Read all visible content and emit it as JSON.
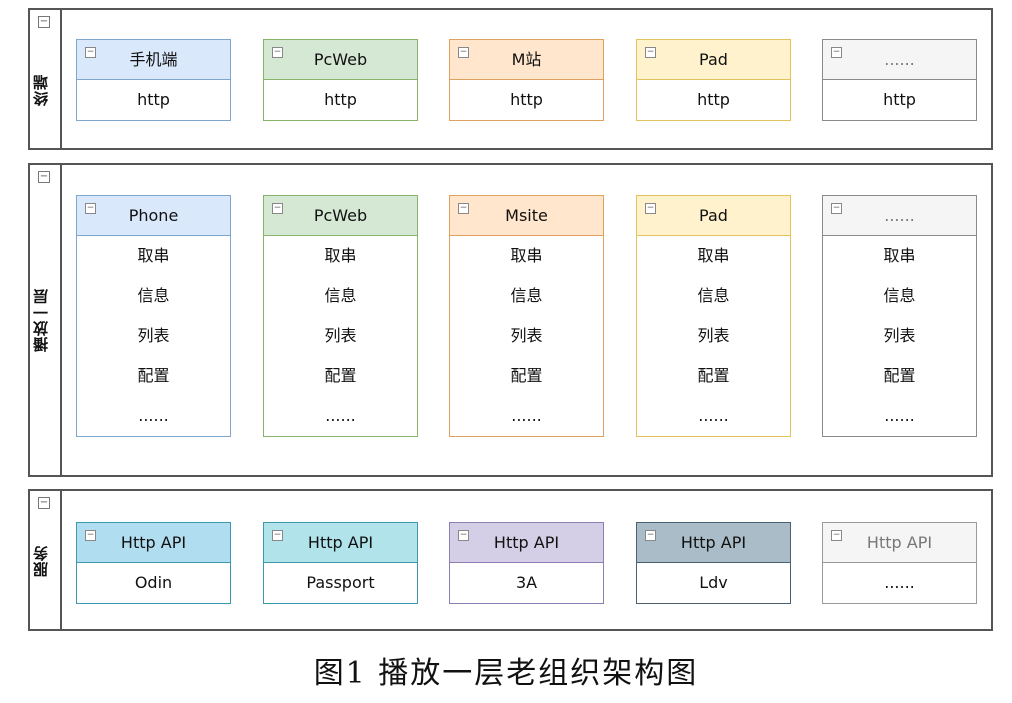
{
  "lanes": [
    {
      "title": "终端",
      "boxes": [
        {
          "title": "手机端",
          "items": [
            "http"
          ],
          "color": "blue"
        },
        {
          "title": "PcWeb",
          "items": [
            "http"
          ],
          "color": "green"
        },
        {
          "title": "M站",
          "items": [
            "http"
          ],
          "color": "orange"
        },
        {
          "title": "Pad",
          "items": [
            "http"
          ],
          "color": "yellow"
        },
        {
          "title": "......",
          "items": [
            "http"
          ],
          "color": "gray"
        }
      ]
    },
    {
      "title": "播放一层",
      "boxes": [
        {
          "title": "Phone",
          "items": [
            "取串",
            "信息",
            "列表",
            "配置",
            "......"
          ],
          "color": "blue"
        },
        {
          "title": "PcWeb",
          "items": [
            "取串",
            "信息",
            "列表",
            "配置",
            "......"
          ],
          "color": "green"
        },
        {
          "title": "Msite",
          "items": [
            "取串",
            "信息",
            "列表",
            "配置",
            "......"
          ],
          "color": "orange"
        },
        {
          "title": "Pad",
          "items": [
            "取串",
            "信息",
            "列表",
            "配置",
            "......"
          ],
          "color": "yellow"
        },
        {
          "title": "......",
          "items": [
            "取串",
            "信息",
            "列表",
            "配置",
            "......"
          ],
          "color": "gray"
        }
      ]
    },
    {
      "title": "服务",
      "boxes": [
        {
          "title": "Http API",
          "items": [
            "Odin"
          ],
          "color": "teal"
        },
        {
          "title": "Http API",
          "items": [
            "Passport"
          ],
          "color": "aqua"
        },
        {
          "title": "Http API",
          "items": [
            "3A"
          ],
          "color": "purple"
        },
        {
          "title": "Http API",
          "items": [
            "Ldv"
          ],
          "color": "slate"
        },
        {
          "title": "Http API",
          "items": [
            "......"
          ],
          "color": "light"
        }
      ]
    }
  ],
  "caption": "图1  播放一层老组织架构图",
  "toggle_symbol": "−"
}
